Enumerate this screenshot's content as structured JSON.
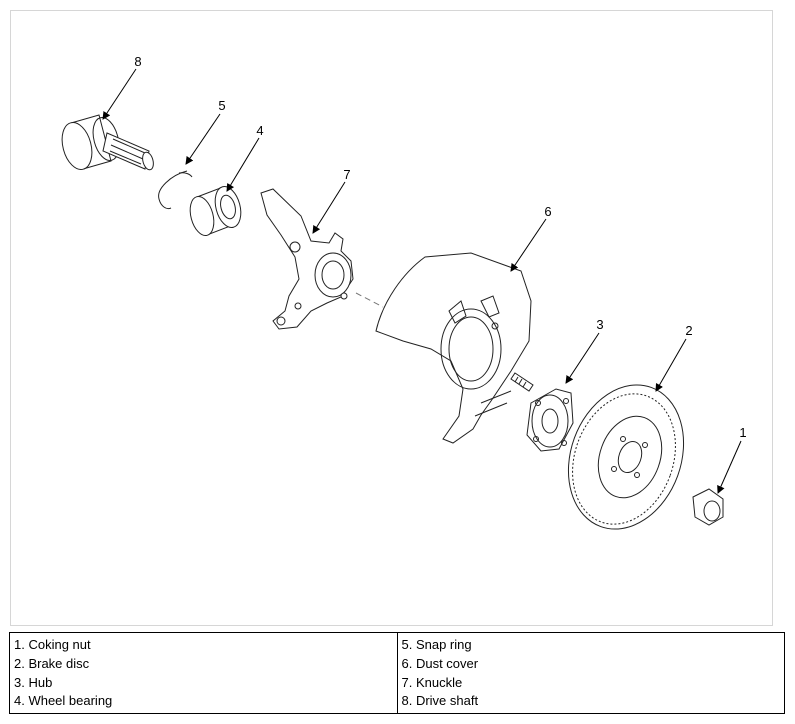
{
  "callouts": [
    {
      "id": "1",
      "label": "1"
    },
    {
      "id": "2",
      "label": "2"
    },
    {
      "id": "3",
      "label": "3"
    },
    {
      "id": "4",
      "label": "4"
    },
    {
      "id": "5",
      "label": "5"
    },
    {
      "id": "6",
      "label": "6"
    },
    {
      "id": "7",
      "label": "7"
    },
    {
      "id": "8",
      "label": "8"
    }
  ],
  "legend": {
    "left": [
      "1. Coking nut",
      "2. Brake disc",
      "3. Hub",
      "4. Wheel bearing"
    ],
    "right": [
      "5. Snap ring",
      "6. Dust cover",
      "7. Knuckle",
      "8. Drive shaft"
    ]
  }
}
